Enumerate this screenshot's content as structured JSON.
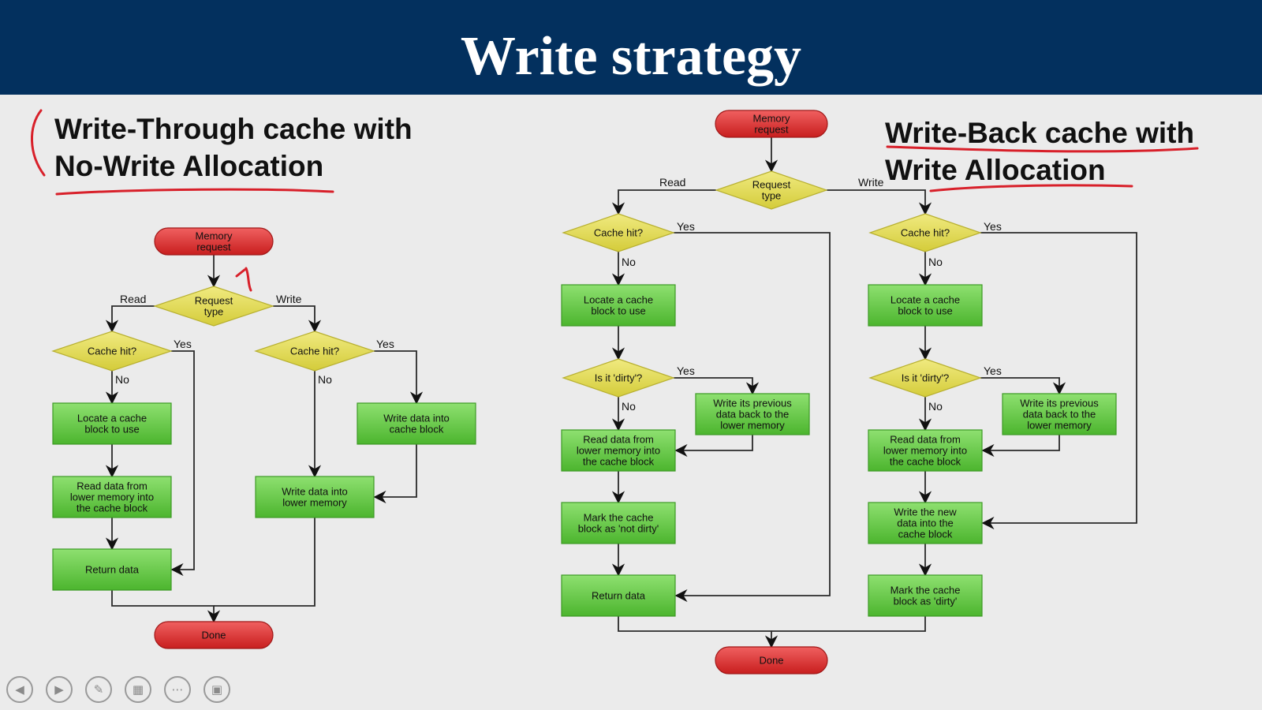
{
  "title": "Write strategy",
  "write_through": {
    "heading_line1": "Write-Through cache with",
    "heading_line2": "No-Write Allocation",
    "nodes": {
      "memory_request": [
        "Memory",
        "request"
      ],
      "request_type": [
        "Request",
        "type"
      ],
      "cache_hit_read": [
        "Cache hit?"
      ],
      "cache_hit_write": [
        "Cache hit?"
      ],
      "locate_block": [
        "Locate a cache",
        "block to use"
      ],
      "read_lower": [
        "Read data from",
        "lower memory into",
        "the cache block"
      ],
      "return_data": [
        "Return data"
      ],
      "write_cache": [
        "Write data into",
        "cache block"
      ],
      "write_lower": [
        "Write data into",
        "lower memory"
      ],
      "done": [
        "Done"
      ]
    },
    "edge_labels": {
      "read": "Read",
      "write": "Write",
      "yes_read": "Yes",
      "no_read": "No",
      "yes_write": "Yes",
      "no_write": "No"
    }
  },
  "write_back": {
    "heading_line1": "Write-Back cache with",
    "heading_line2": "Write Allocation",
    "nodes": {
      "memory_request": [
        "Memory",
        "request"
      ],
      "request_type": [
        "Request",
        "type"
      ],
      "cache_hit_read": [
        "Cache hit?"
      ],
      "cache_hit_write": [
        "Cache hit?"
      ],
      "locate_read": [
        "Locate a cache",
        "block to use"
      ],
      "locate_write": [
        "Locate a cache",
        "block to use"
      ],
      "dirty_read": [
        "Is it 'dirty'?"
      ],
      "dirty_write": [
        "Is it 'dirty'?"
      ],
      "writeback_read": [
        "Write its previous",
        "data back to the",
        "lower memory"
      ],
      "writeback_write": [
        "Write its previous",
        "data back to the",
        "lower memory"
      ],
      "read_lower_read": [
        "Read data from",
        "lower memory into",
        "the cache block"
      ],
      "read_lower_write": [
        "Read data from",
        "lower memory into",
        "the cache block"
      ],
      "mark_not_dirty": [
        "Mark the cache",
        "block as 'not dirty'"
      ],
      "write_new": [
        "Write the new",
        "data into the",
        "cache block"
      ],
      "return_data": [
        "Return data"
      ],
      "mark_dirty": [
        "Mark the cache",
        "block as 'dirty'"
      ],
      "done": [
        "Done"
      ]
    },
    "edge_labels": {
      "read": "Read",
      "write": "Write",
      "yes_hit_read": "Yes",
      "no_hit_read": "No",
      "yes_hit_write": "Yes",
      "no_hit_write": "No",
      "yes_dirty_read": "Yes",
      "no_dirty_read": "No",
      "yes_dirty_write": "Yes",
      "no_dirty_write": "No"
    }
  },
  "colors": {
    "title_bar": "#03305e",
    "terminal": "#d92f2f",
    "decision": "#e3dc55",
    "process": "#5cc43e",
    "annotation": "#d8202a"
  },
  "controls": [
    "previous-icon",
    "next-icon",
    "pen-icon",
    "slides-icon",
    "more-icon",
    "presenter-view-icon"
  ]
}
